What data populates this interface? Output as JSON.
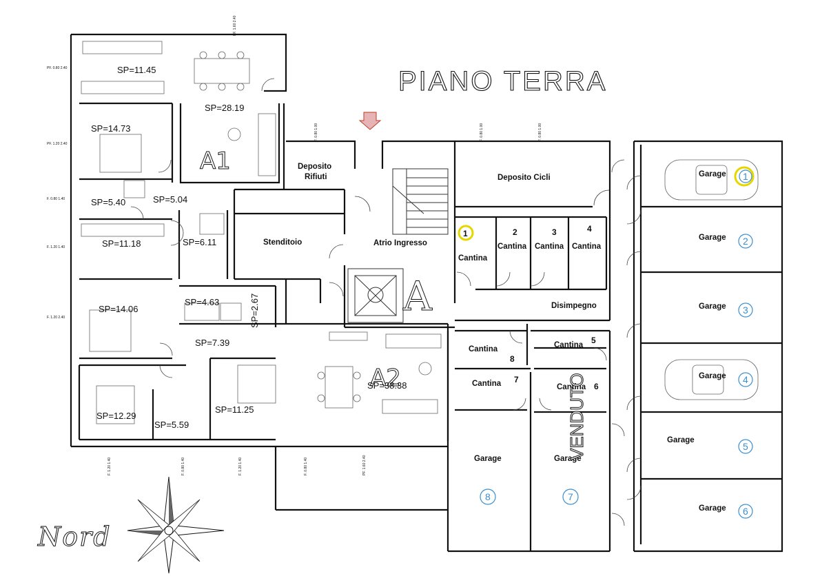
{
  "title": "PIANO TERRA",
  "units": {
    "a1": "A1",
    "a2": "A2"
  },
  "block_letter": "A",
  "surfaces": {
    "sp_11_45": "SP=11.45",
    "sp_28_19": "SP=28.19",
    "sp_14_73": "SP=14.73",
    "sp_5_40": "SP=5.40",
    "sp_5_04": "SP=5.04",
    "sp_11_18": "SP=11.18",
    "sp_6_11": "SP=6.11",
    "sp_14_06": "SP=14.06",
    "sp_4_63": "SP=4.63",
    "sp_2_67": "SP=2.67",
    "sp_7_39": "SP=7.39",
    "sp_12_29": "SP=12.29",
    "sp_5_59": "SP=5.59",
    "sp_11_25": "SP=11.25",
    "sp_38_38": "SP=38.38"
  },
  "rooms": {
    "deposito_rifiuti_1": "Deposito",
    "deposito_rifiuti_2": "Rifiuti",
    "deposito_cicli": "Deposito Cicli",
    "stenditoio": "Stenditoio",
    "atrio": "Atrio Ingresso",
    "disimpegno": "Disimpegno"
  },
  "cantina_label": "Cantina",
  "cantine": {
    "c1": "1",
    "c2": "2",
    "c3": "3",
    "c4": "4",
    "c5": "5",
    "c6": "6",
    "c7": "7",
    "c8": "8"
  },
  "garage_label": "Garage",
  "garages": {
    "g1": "1",
    "g2": "2",
    "g3": "3",
    "g4": "4",
    "g5": "5",
    "g6": "6",
    "g7": "7",
    "g8": "8"
  },
  "venduto": "VENDUTO",
  "compass": "Nord",
  "windows": {
    "w_pf_160_240": "PF. 1.60 2.40",
    "w_pf_080_240": "PF. 0.80 2.40",
    "w_pf_120_240": "PF. 1.20 2.40",
    "w_f_080_140": "F. 0.80 1.40",
    "w_f_120_140": "F. 1.20 1.40",
    "w_f_120_240": "F. 1.20 2.40",
    "w_f_080_100": "F. 0.80 1.00"
  },
  "colors": {
    "garage_number": "#3a8fd0",
    "highlight": "#e6d600",
    "entrance_arrow": "#c0392b"
  }
}
